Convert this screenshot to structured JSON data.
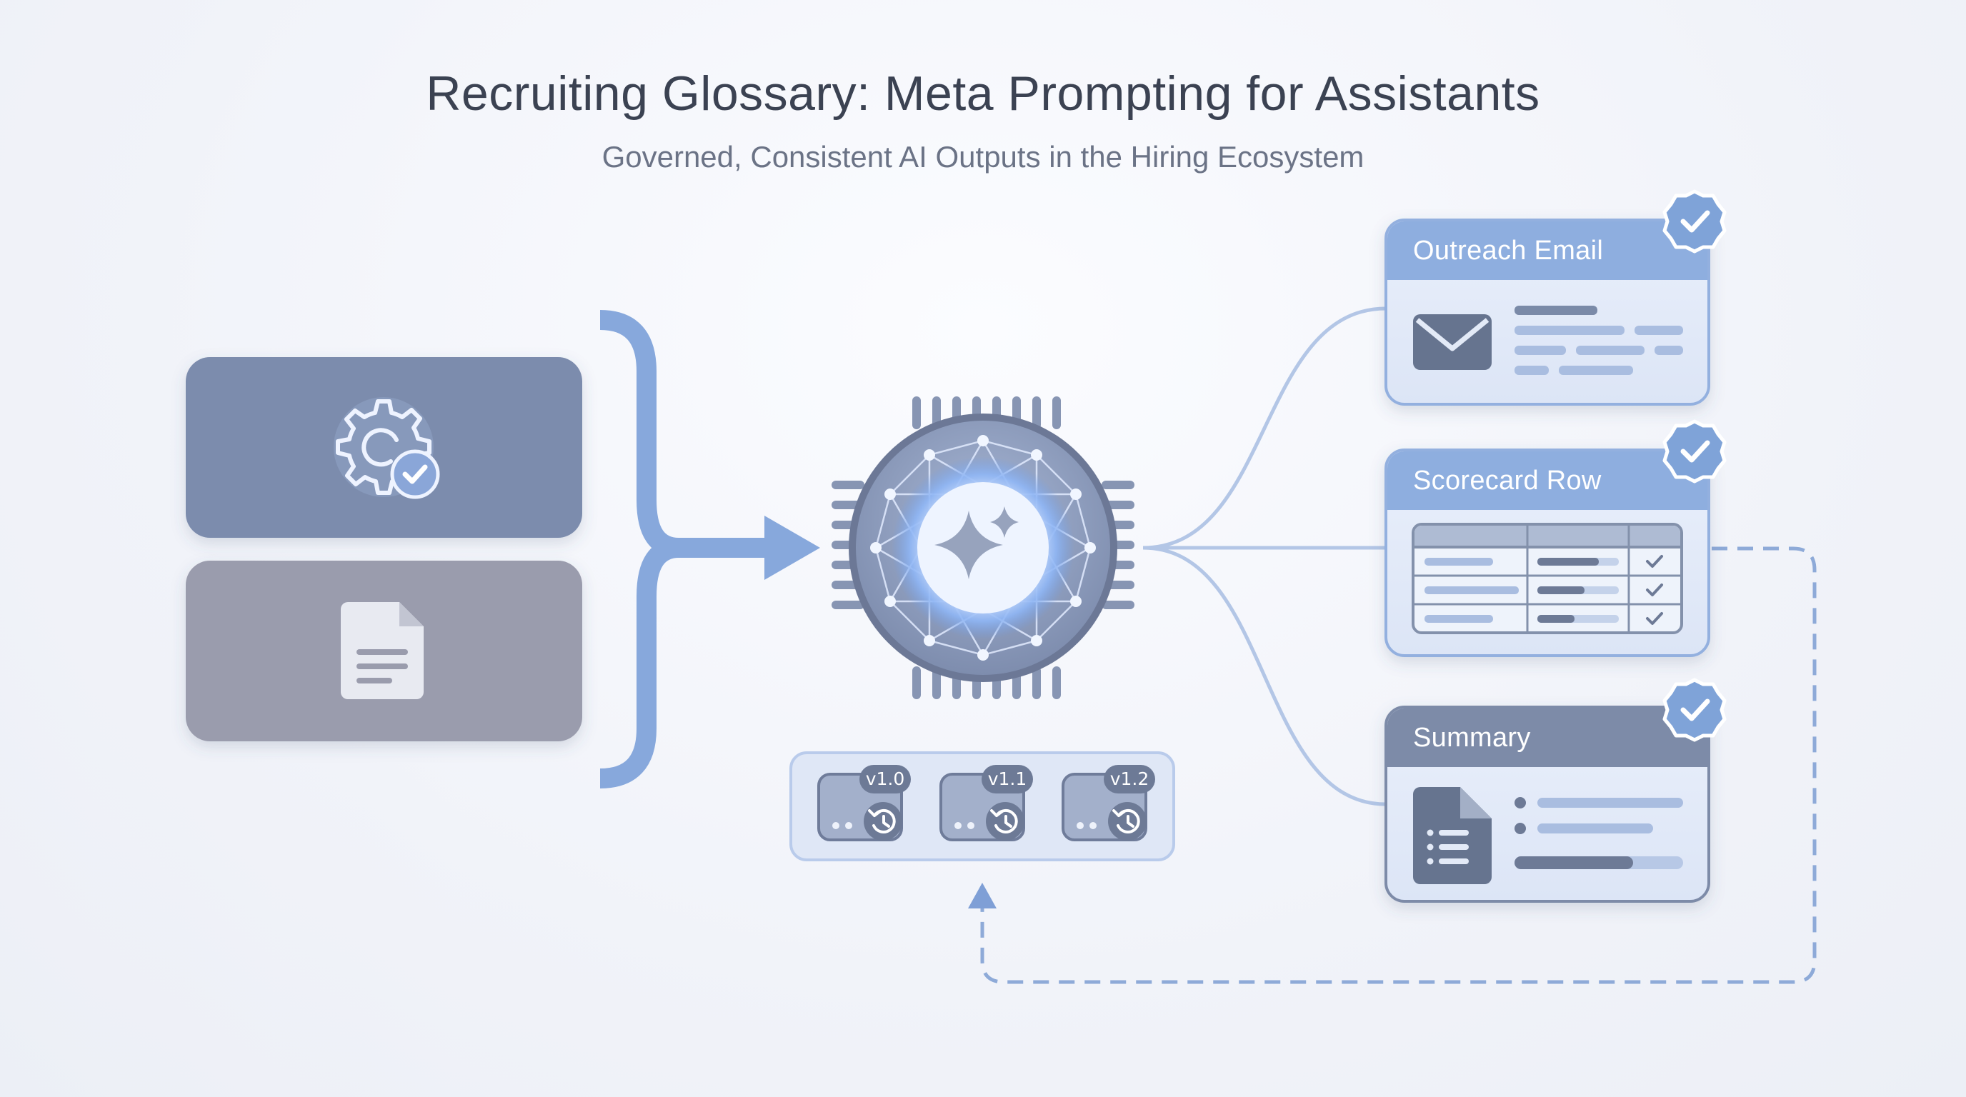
{
  "title": "Recruiting Glossary: Meta Prompting for Assistants",
  "subtitle": "Governed, Consistent AI Outputs in the Hiring Ecosystem",
  "inputs": [
    {
      "icon": "gear-check-icon"
    },
    {
      "icon": "document-icon"
    }
  ],
  "core": {
    "icon": "ai-chip-sparkle-icon"
  },
  "versions": [
    {
      "label": "v1.0",
      "icon": "history-icon"
    },
    {
      "label": "v1.1",
      "icon": "history-icon"
    },
    {
      "label": "v1.2",
      "icon": "history-icon"
    }
  ],
  "outputs": [
    {
      "title": "Outreach Email",
      "icon": "envelope-icon",
      "status": "check-badge-icon"
    },
    {
      "title": "Scorecard Row",
      "icon": "table-icon",
      "status": "check-badge-icon"
    },
    {
      "title": "Summary",
      "icon": "summary-document-icon",
      "status": "check-badge-icon"
    }
  ],
  "colors": {
    "accent": "#7fa3d8",
    "card_header_blue": "#8eaedf",
    "card_header_slate": "#7d8ba8",
    "input_top": "#7b8cad",
    "input_bottom": "#9a9cad"
  }
}
